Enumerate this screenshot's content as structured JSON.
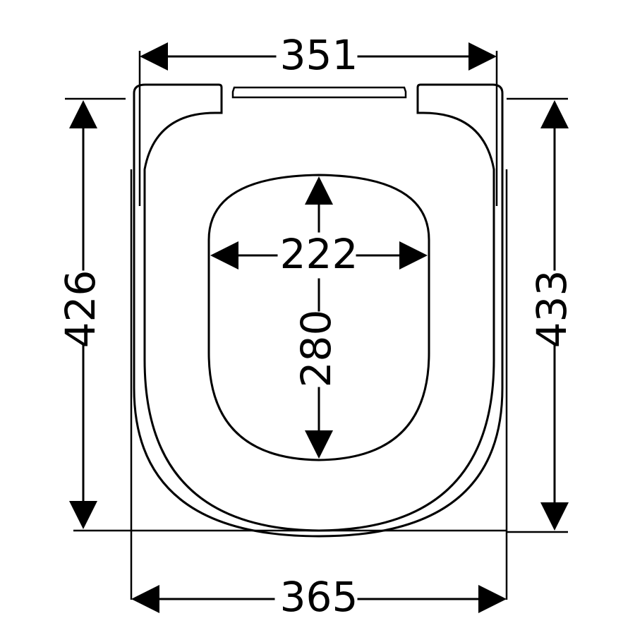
{
  "diagram": {
    "dimensions": {
      "top_width": "351",
      "bottom_width": "365",
      "left_height": "426",
      "right_height": "433",
      "inner_width": "222",
      "inner_height": "280"
    },
    "colors": {
      "stroke": "#000000",
      "background": "#ffffff"
    }
  }
}
